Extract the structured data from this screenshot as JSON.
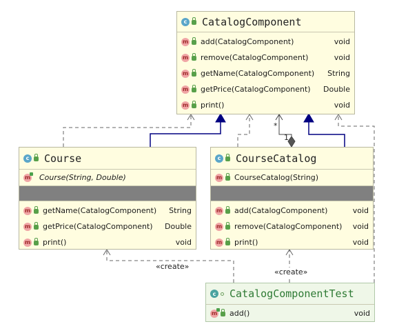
{
  "classes": {
    "catalog_component": {
      "name": "CatalogComponent",
      "methods": [
        {
          "name": "add(CatalogComponent)",
          "type": "void"
        },
        {
          "name": "remove(CatalogComponent)",
          "type": "void"
        },
        {
          "name": "getName(CatalogComponent)",
          "type": "String"
        },
        {
          "name": "getPrice(CatalogComponent)",
          "type": "Double"
        },
        {
          "name": "print()",
          "type": "void"
        }
      ]
    },
    "course": {
      "name": "Course",
      "constructor": "Course(String, Double)",
      "methods": [
        {
          "name": "getName(CatalogComponent)",
          "type": "String"
        },
        {
          "name": "getPrice(CatalogComponent)",
          "type": "Double"
        },
        {
          "name": "print()",
          "type": "void"
        }
      ]
    },
    "course_catalog": {
      "name": "CourseCatalog",
      "constructor": "CourseCatalog(String)",
      "methods": [
        {
          "name": "add(CatalogComponent)",
          "type": "void"
        },
        {
          "name": "remove(CatalogComponent)",
          "type": "void"
        },
        {
          "name": "print()",
          "type": "void"
        }
      ]
    },
    "catalog_component_test": {
      "name": "CatalogComponentTest",
      "methods": [
        {
          "name": "add()",
          "type": "void"
        }
      ]
    }
  },
  "icons": {
    "class": "c",
    "method": "m"
  },
  "relations": {
    "create_label": "«create»",
    "multiplicity_many": "*",
    "multiplicity_one": "1"
  },
  "colors": {
    "box_fill": "#fffde0",
    "test_fill": "#eff7e8",
    "inheritance_arrow": "#000080",
    "dependency_line": "#555555"
  }
}
